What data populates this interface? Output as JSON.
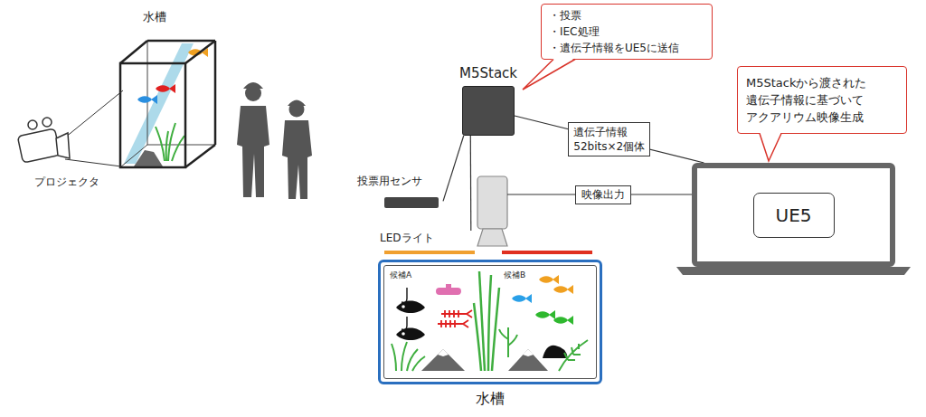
{
  "diagram": {
    "nodes": [
      {
        "text": [
          "・投票",
          "・IEC処理",
          "・遺伝子情報をUE5に送信"
        ]
      },
      {
        "text": [
          "M5Stack"
        ]
      },
      {
        "text": [
          "M5Stackから渡された 遺伝子情報に基づいて アクアリウム映像生成"
        ]
      },
      {
        "text": [
          "投票用センサ"
        ]
      },
      {
        "text": [
          "LEDライト"
        ]
      },
      {
        "text": [
          "UE5"
        ]
      },
      {
        "text": [
          "水槽"
        ]
      }
    ],
    "edges": [
      {
        "from": 1,
        "to": 5,
        "arrow": "none",
        "label": "遺伝子情報 52bits×2個体"
      },
      {
        "from": 1,
        "to": 3,
        "arrow": "none"
      },
      {
        "from": 1,
        "to": 4,
        "arrow": "none"
      }
    ],
    "labels": [
      "水槽",
      "プロジェクタ",
      "映像出力",
      "候補A",
      "候補B"
    ]
  }
}
